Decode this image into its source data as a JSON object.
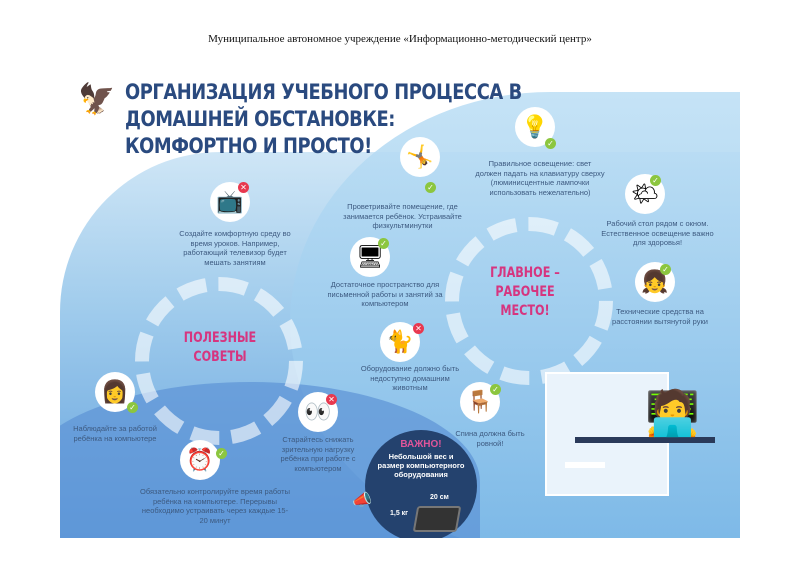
{
  "header": "Муниципальное автономное учреждение «Информационно-методический центр»",
  "title": [
    "ОРГАНИЗАЦИЯ УЧЕБНОГО ПРОЦЕССА В ДОМАШНЕЙ ОБСТАНОВКЕ:",
    "КОМФОРТНО И ПРОСТО!"
  ],
  "center_left": [
    "ПОЛЕЗНЫЕ",
    "СОВЕТЫ"
  ],
  "center_right": [
    "ГЛАВНОЕ –",
    "РАБОЧЕЕ МЕСТО!"
  ],
  "tips": {
    "tv": "Создайте комфортную среду во время уроков. Например, работающий телевизор будет мешать занятиям",
    "ventilate": "Проветривайте помещение, где занимается ребёнок. Устраивайте физкультминутки",
    "light": "Правильное освещение: свет должен падать на клавиатуру сверху (люминисцентные лампочки использовать нежелательно)",
    "window": "Рабочий стол рядом с окном. Естественное освещение важно для здоровья!",
    "space": "Достаточное пространство для письменной работы и занятий за компьютером",
    "distance": "Технические средства на расстоянии вытянутой руки",
    "pets": "Оборудование должно быть недоступно домашним животным",
    "back": "Спина должна быть ровной!",
    "watch": "Наблюдайте за работой ребёнка на компьютере",
    "eyes": "Старайтесь снижать зрительную нагрузку ребёнка при работе с компьютером",
    "time": "Обязательно контролируйте время работы ребёнка на компьютере. Перерывы необходимо устраивать через каждые 15-20 минут"
  },
  "important": {
    "title": "ВАЖНО!",
    "text": "Небольшой вес и размер компьютерного оборудования",
    "size": "20 см",
    "weight": "1,5 кг"
  }
}
